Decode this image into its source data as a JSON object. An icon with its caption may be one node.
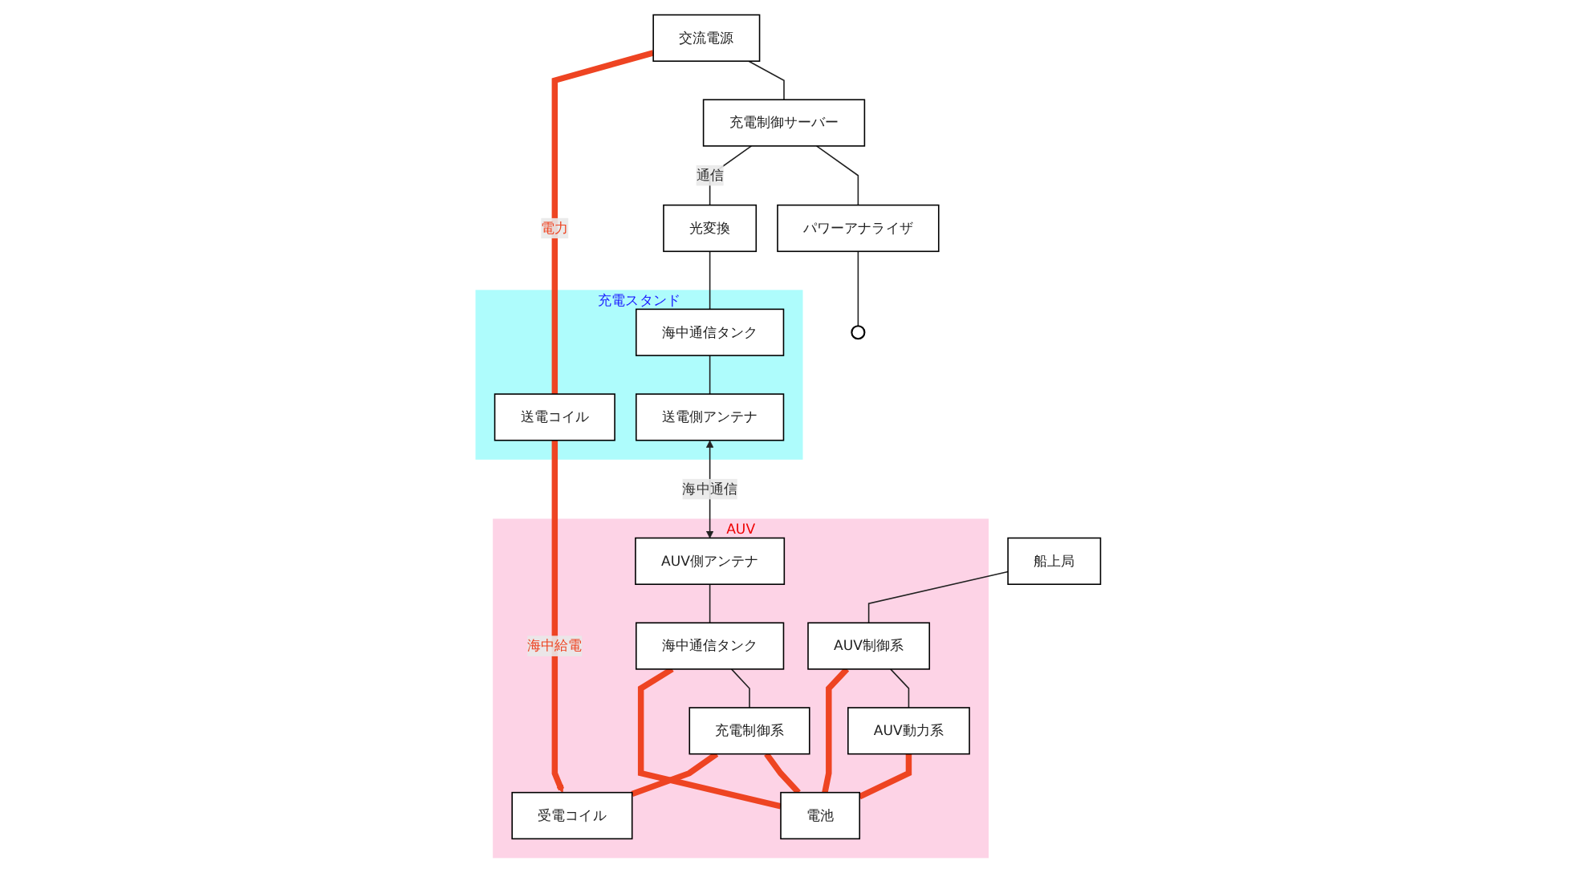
{
  "diagram": {
    "nodes": [
      {
        "text": [
          "船上局"
        ]
      },
      {
        "text": [
          "交流電源"
        ]
      },
      {
        "text": [
          "充電制御サーバー"
        ]
      },
      {
        "text": [
          "パワーアナライザ"
        ]
      },
      {
        "text": [
          "光変換"
        ]
      },
      {
        "text": [
          "AUV"
        ]
      },
      {
        "text": [
          "AUV制御系"
        ],
        "in": 5
      },
      {
        "text": [
          "AUV動力系"
        ],
        "in": 5
      },
      {
        "text": [
          "AUV側アンテナ"
        ],
        "in": 5
      },
      {
        "text": [
          "海中通信タンク"
        ],
        "in": 5
      },
      {
        "text": [
          "充電制御系"
        ],
        "in": 5
      },
      {
        "text": [
          "電池"
        ],
        "in": 5
      },
      {
        "text": [
          "受電コイル"
        ],
        "in": 5
      },
      {
        "text": [
          "充電スタンド"
        ]
      },
      {
        "text": [
          "海中通信タンク"
        ],
        "in": 13
      },
      {
        "text": [
          "送電側アンテナ"
        ],
        "in": 13
      },
      {
        "text": [
          "送電コイル"
        ],
        "in": 13
      },
      {
        "text": [],
        "shape": "circle"
      }
    ],
    "edges": [
      {
        "from": 0,
        "to": 6,
        "arrow": "none"
      },
      {
        "from": 1,
        "to": 2,
        "arrow": "none"
      },
      {
        "from": 2,
        "to": 3,
        "arrow": "none"
      },
      {
        "from": 2,
        "to": 4,
        "arrow": "none",
        "label": "通信"
      },
      {
        "from": 4,
        "to": 14,
        "arrow": "none"
      },
      {
        "from": 14,
        "to": 15,
        "arrow": "none"
      },
      {
        "from": 1,
        "to": 16,
        "arrow": "none",
        "label": "電力",
        "style": "thick",
        "color": "#ee4422"
      },
      {
        "from": 3,
        "to": 17,
        "arrow": "none"
      },
      {
        "from": 15,
        "to": 8,
        "arrow": "both",
        "label": "海中通信"
      },
      {
        "from": 16,
        "to": 12,
        "arrow": "to",
        "label": "海中給電",
        "style": "thick",
        "color": "#ee4422"
      },
      {
        "from": 6,
        "to": 7,
        "arrow": "none"
      },
      {
        "from": 8,
        "to": 9,
        "arrow": "none"
      },
      {
        "from": 9,
        "to": 10,
        "arrow": "none"
      },
      {
        "from": 6,
        "to": 11,
        "arrow": "none",
        "style": "thick",
        "color": "#ee4422"
      },
      {
        "from": 7,
        "to": 11,
        "arrow": "none",
        "style": "thick",
        "color": "#ee4422"
      },
      {
        "from": 9,
        "to": 11,
        "arrow": "none",
        "style": "thick",
        "color": "#ee4422"
      },
      {
        "from": 10,
        "to": 11,
        "arrow": "none",
        "style": "thick",
        "color": "#ee4422"
      },
      {
        "from": 10,
        "to": 12,
        "arrow": "none",
        "style": "thick",
        "color": "#ee4422"
      }
    ]
  }
}
